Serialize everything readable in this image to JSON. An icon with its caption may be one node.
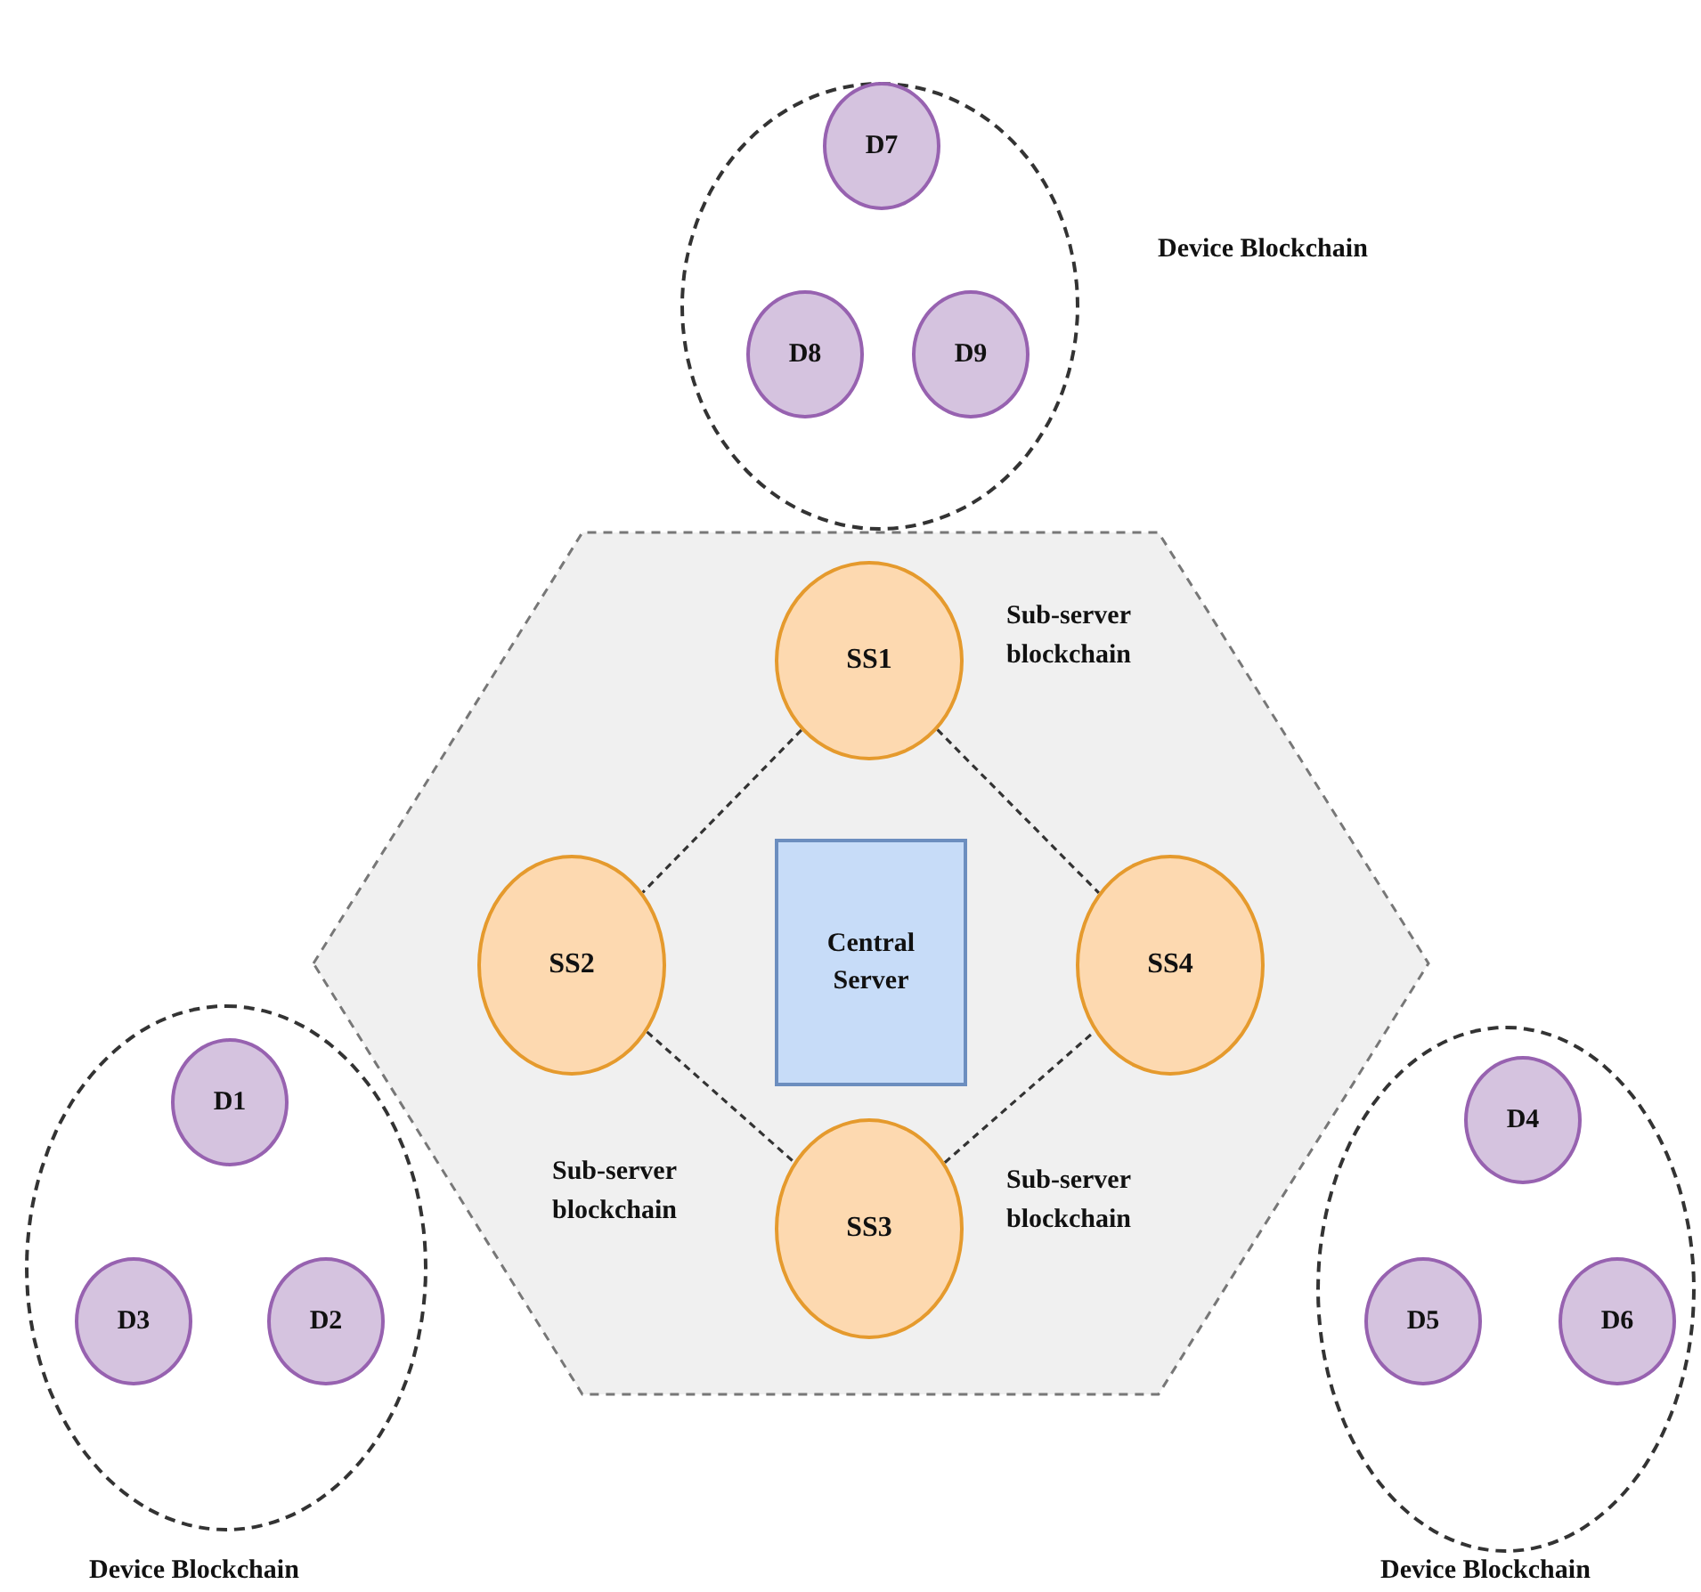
{
  "diagram": {
    "nodes": [
      {
        "text": [
          "Device Blockchain"
        ]
      },
      {
        "text": [
          "D7"
        ],
        "in": 0
      },
      {
        "text": [
          "D8"
        ],
        "in": 0
      },
      {
        "text": [
          "D9"
        ],
        "in": 0
      },
      {
        "text": [],
        "shape": "hexagon"
      },
      {
        "text": [
          "SS1"
        ],
        "in": 4
      },
      {
        "text": [
          "SS2"
        ],
        "in": 4
      },
      {
        "text": [
          "Central Server"
        ],
        "in": 4
      },
      {
        "text": [
          "SS4"
        ],
        "in": 4
      },
      {
        "text": [
          "SS3"
        ],
        "in": 4
      },
      {
        "text": [
          "Device Blockchain"
        ]
      },
      {
        "text": [
          "D1"
        ],
        "in": 10
      },
      {
        "text": [
          "D3"
        ],
        "in": 10
      },
      {
        "text": [
          "D2"
        ],
        "in": 10
      },
      {
        "text": [
          "Device Blockchain"
        ]
      },
      {
        "text": [
          "D4"
        ],
        "in": 14
      },
      {
        "text": [
          "D5"
        ],
        "in": 14
      },
      {
        "text": [
          "D6"
        ],
        "in": 14
      }
    ],
    "edges": [
      {
        "from": 5,
        "to": 6,
        "arrow": "none",
        "style": "dashed"
      },
      {
        "from": 5,
        "to": 8,
        "arrow": "none",
        "style": "dashed"
      },
      {
        "from": 6,
        "to": 9,
        "arrow": "none",
        "style": "dashed"
      },
      {
        "from": 9,
        "to": 8,
        "arrow": "none",
        "style": "dashed"
      }
    ],
    "labels": [
      "Sub-server blockchain",
      "Sub-server blockchain",
      "Sub-server blockchain"
    ]
  }
}
